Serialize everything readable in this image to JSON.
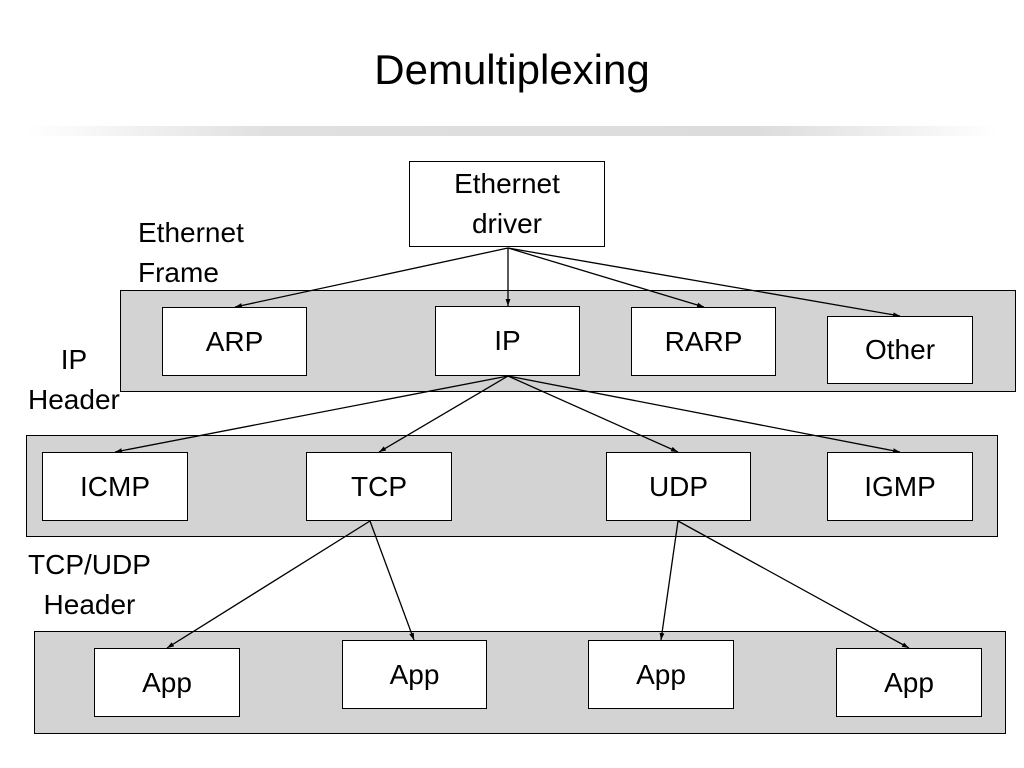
{
  "title": "Demultiplexing",
  "nodes": {
    "ethernet_driver": [
      "Ethernet",
      "driver"
    ],
    "arp": "ARP",
    "ip": "IP",
    "rarp": "RARP",
    "other": "Other",
    "icmp": "ICMP",
    "tcp": "TCP",
    "udp": "UDP",
    "igmp": "IGMP",
    "app1": "App",
    "app2": "App",
    "app3": "App",
    "app4": "App"
  },
  "layer_labels": {
    "ethernet_frame": [
      "Ethernet",
      "Frame"
    ],
    "ip_header": [
      "IP",
      "Header"
    ],
    "tcp_udp_header": [
      "TCP/UDP",
      "Header"
    ]
  },
  "edges": [
    {
      "from": "ethernet_driver",
      "to": "arp"
    },
    {
      "from": "ethernet_driver",
      "to": "ip"
    },
    {
      "from": "ethernet_driver",
      "to": "rarp"
    },
    {
      "from": "ethernet_driver",
      "to": "other"
    },
    {
      "from": "ip",
      "to": "icmp"
    },
    {
      "from": "ip",
      "to": "tcp"
    },
    {
      "from": "ip",
      "to": "udp"
    },
    {
      "from": "ip",
      "to": "igmp"
    },
    {
      "from": "tcp",
      "to": "app1"
    },
    {
      "from": "tcp",
      "to": "app2"
    },
    {
      "from": "udp",
      "to": "app3"
    },
    {
      "from": "udp",
      "to": "app4"
    }
  ],
  "colors": {
    "band_fill": "#d3d3d3",
    "box_fill": "#ffffff",
    "line": "#000000"
  }
}
